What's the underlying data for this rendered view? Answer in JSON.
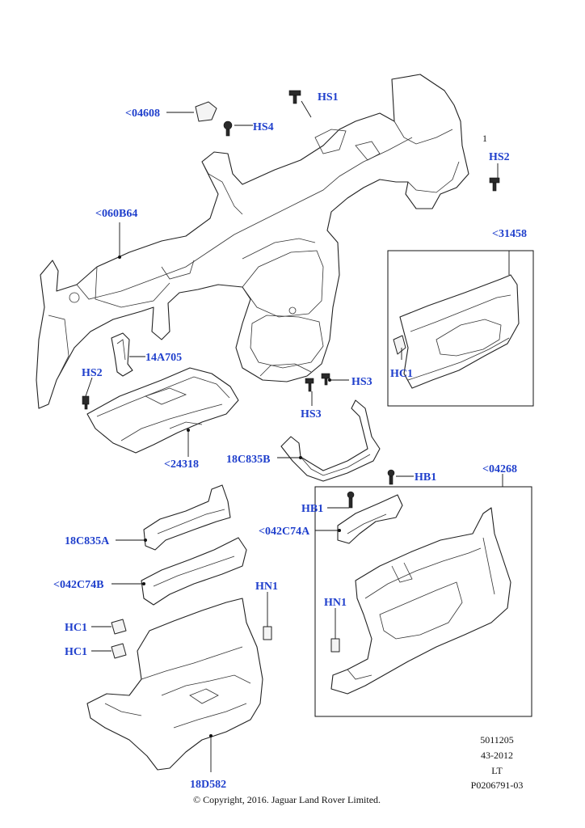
{
  "callouts": {
    "c04608": "<04608",
    "hs1": "HS1",
    "hs4": "HS4",
    "hs2_right": "HS2",
    "one": "1",
    "c060b64": "<060B64",
    "c31458": "<31458",
    "hs2_left": "HS2",
    "c14a705": "14A705",
    "hc1_right": "HC1",
    "hs3_right": "HS3",
    "hs3_bottom": "HS3",
    "c24318": "<24318",
    "c18c835b": "18C835B",
    "hb1_top": "HB1",
    "hb1_left": "HB1",
    "c04268": "<04268",
    "c18c835a": "18C835A",
    "c042c74a": "<042C74A",
    "c042c74b": "<042C74B",
    "hn1_left": "HN1",
    "hn1_right": "HN1",
    "hc1_a": "HC1",
    "hc1_b": "HC1",
    "c18d582": "18D582"
  },
  "footer": {
    "code1": "5011205",
    "code2": "43-2012",
    "code3": "LT",
    "code4": "P0206791-03",
    "copyright": "© Copyright, 2016. Jaguar Land Rover Limited."
  }
}
